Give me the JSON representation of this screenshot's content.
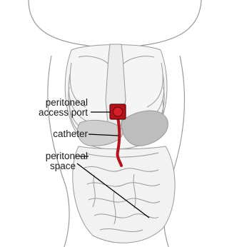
{
  "diagram": {
    "labels": {
      "port_line1": "peritoneal",
      "port_line2": "access port",
      "catheter": "catheter",
      "space_line1": "peritoneal",
      "space_line2": "space"
    },
    "colors": {
      "outline": "#9a9a9a",
      "organ_fill": "#ececec",
      "organ_dark": "#b9b9b9",
      "port_red": "#b5121b",
      "leader": "#000000"
    }
  }
}
